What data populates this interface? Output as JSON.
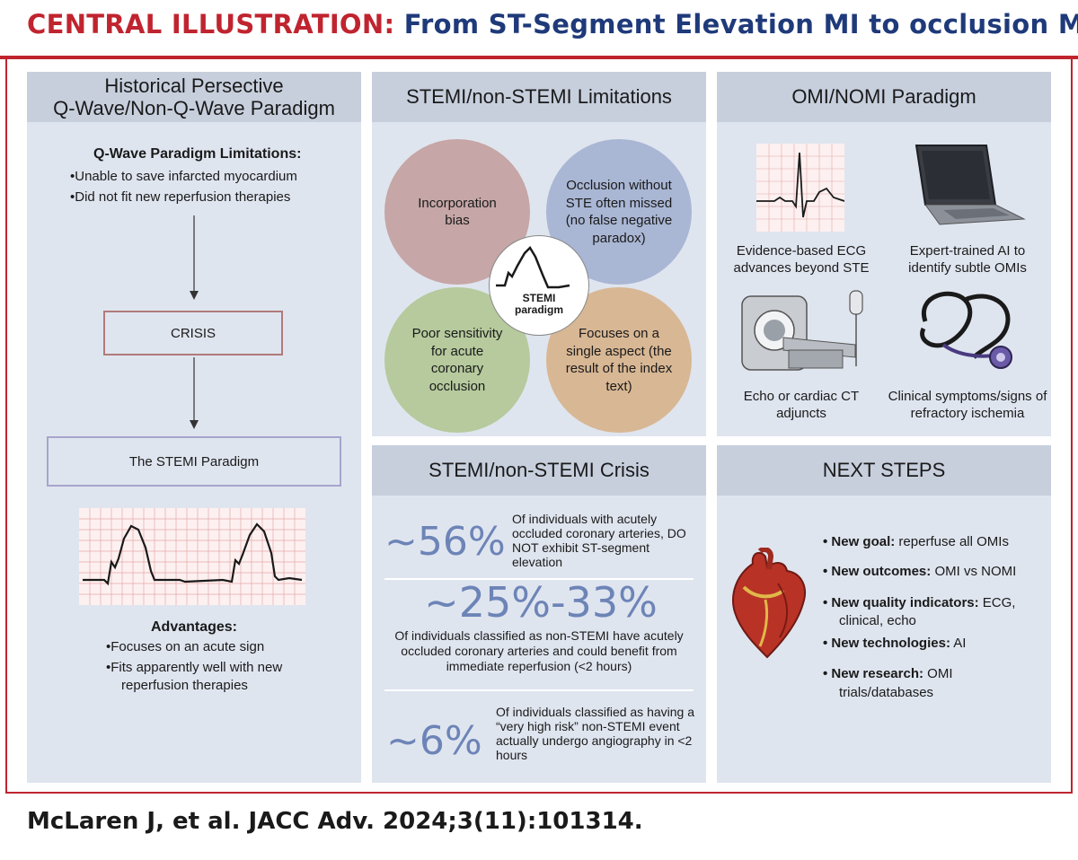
{
  "header": {
    "label_red": "CENTRAL ILLUSTRATION:",
    "label_blue": "From ST-Segment Elevation MI to occlusion MI"
  },
  "col1": {
    "title_line1": "Historical Persective",
    "title_line2": "Q-Wave/Non-Q-Wave Paradigm",
    "limits_heading": "Q-Wave Paradigm Limitations:",
    "limits": [
      "•Unable to save infarcted myocardium",
      "•Did not fit new reperfusion therapies"
    ],
    "crisis_label": "CRISIS",
    "stemi_paradigm_label": "The STEMI Paradigm",
    "advantages_heading": "Advantages:",
    "advantages": [
      "•Focuses on an acute sign",
      "•Fits apparently well with new",
      "reperfusion therapies"
    ]
  },
  "col2": {
    "title": "STEMI/non-STEMI Limitations",
    "circle_tl": "Incorporation bias",
    "circle_tr": "Occlusion without STE often missed (no false negative paradox)",
    "circle_bl": "Poor sensitivity for acute coronary occlusion",
    "circle_br": "Focuses on a single aspect (the result of the index text)",
    "center_label": "STEMI paradigm",
    "crisis_title": "STEMI/non-STEMI Crisis",
    "stats": [
      {
        "value": "~56%",
        "text": "Of individuals with acutely occluded coronary arteries, DO NOT exhibit ST-segment elevation"
      },
      {
        "value": "~25%-33%",
        "text": "Of individuals classified as non-STEMI have acutely occluded coronary arteries and could benefit from immediate reperfusion (<2 hours)"
      },
      {
        "value": "~6%",
        "text": "Of individuals classified as having a “very high risk” non-STEMI event actually undergo angiography in <2 hours"
      }
    ]
  },
  "col3": {
    "title": "OMI/NOMI Paradigm",
    "items": [
      {
        "caption": "Evidence-based ECG advances beyond STE",
        "icon": "ecg-icon"
      },
      {
        "caption": "Expert-trained AI to identify subtle OMIs",
        "icon": "laptop-icon"
      },
      {
        "caption": "Echo or cardiac CT adjuncts",
        "icon": "ct-scanner-icon"
      },
      {
        "caption": "Clinical symptoms/signs of refractory ischemia",
        "icon": "stethoscope-icon"
      }
    ],
    "next_title": "NEXT STEPS",
    "steps": [
      {
        "bold": "• New goal:",
        "rest": " reperfuse all OMIs"
      },
      {
        "bold": "• New outcomes:",
        "rest": " OMI vs NOMI"
      },
      {
        "bold": "• New quality indicators:",
        "rest": " ECG,"
      },
      {
        "bold": "• New technologies:",
        "rest": " AI"
      },
      {
        "bold": "• New research:",
        "rest": " OMI"
      }
    ],
    "step3_cont": "clinical, echo",
    "step5_cont": "trials/databases"
  },
  "footer": "McLaren J, et al. JACC Adv. 2024;3(11):101314.",
  "colors": {
    "accent_red": "#c0242f",
    "title_blue": "#1f3a7a",
    "panel": "#dfe5ef",
    "panel_head": "#c7cfdd",
    "stat_blue": "#6d84b7"
  }
}
